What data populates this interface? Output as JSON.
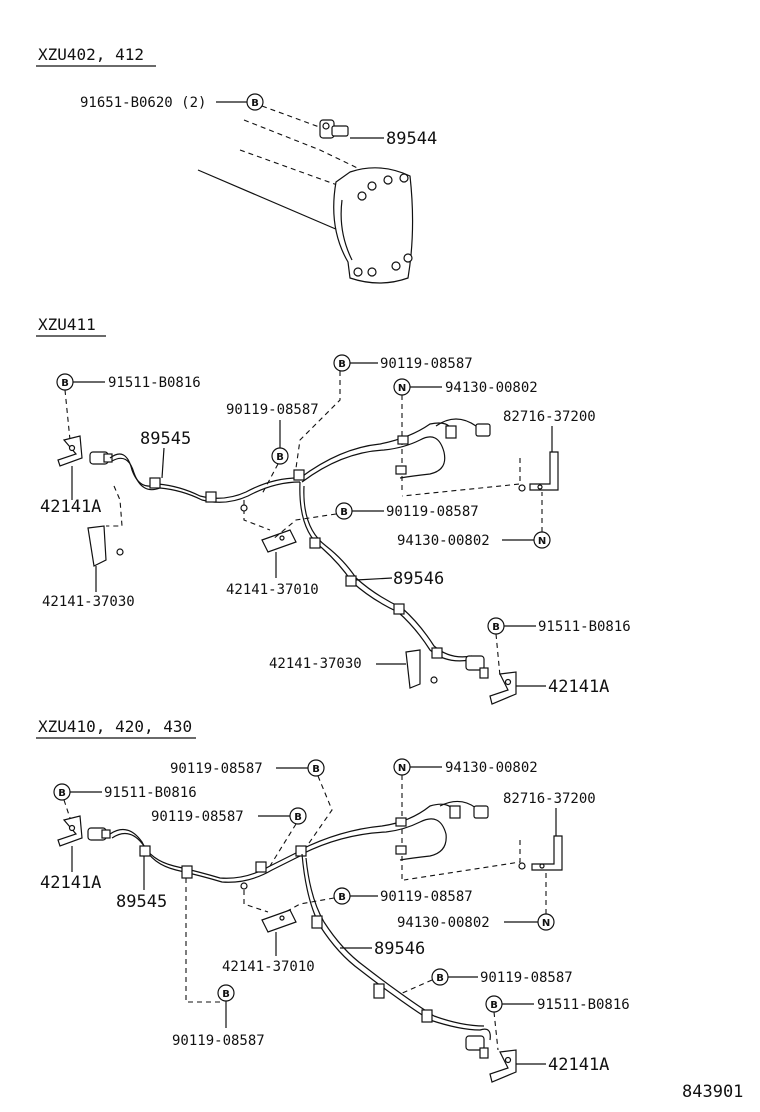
{
  "sections": {
    "s1": {
      "header": "XZU402, 412"
    },
    "s2": {
      "header": "XZU411"
    },
    "s3": {
      "header": "XZU410, 420, 430"
    }
  },
  "parts": {
    "s1_91651": "91651-B0620 (2)",
    "s1_89544": "89544",
    "s2_91511_top": "91511-B0816",
    "s2_90119_top": "90119-08587",
    "s2_94130_top": "94130-00802",
    "s2_90119_mid": "90119-08587",
    "s2_82716": "82716-37200",
    "s2_89545": "89545",
    "s2_42141A_left": "42141A",
    "s2_90119_right": "90119-08587",
    "s2_94130_right": "94130-00802",
    "s2_42141_37030_left": "42141-37030",
    "s2_42141_37010": "42141-37010",
    "s2_89546": "89546",
    "s2_91511_right": "91511-B0816",
    "s2_42141_37030_right": "42141-37030",
    "s2_42141A_right": "42141A",
    "s3_90119_top": "90119-08587",
    "s3_94130_top": "94130-00802",
    "s3_91511_left": "91511-B0816",
    "s3_82716": "82716-37200",
    "s3_90119_mid": "90119-08587",
    "s3_42141A_left": "42141A",
    "s3_89545": "89545",
    "s3_90119_right": "90119-08587",
    "s3_94130_right": "94130-00802",
    "s3_42141_37010": "42141-37010",
    "s3_89546": "89546",
    "s3_90119_right2": "90119-08587",
    "s3_91511_right": "91511-B0816",
    "s3_90119_bottom": "90119-08587",
    "s3_42141A_right": "42141A"
  },
  "bubbles": {
    "b": "B",
    "n": "N"
  },
  "footer": {
    "code": "843901"
  }
}
